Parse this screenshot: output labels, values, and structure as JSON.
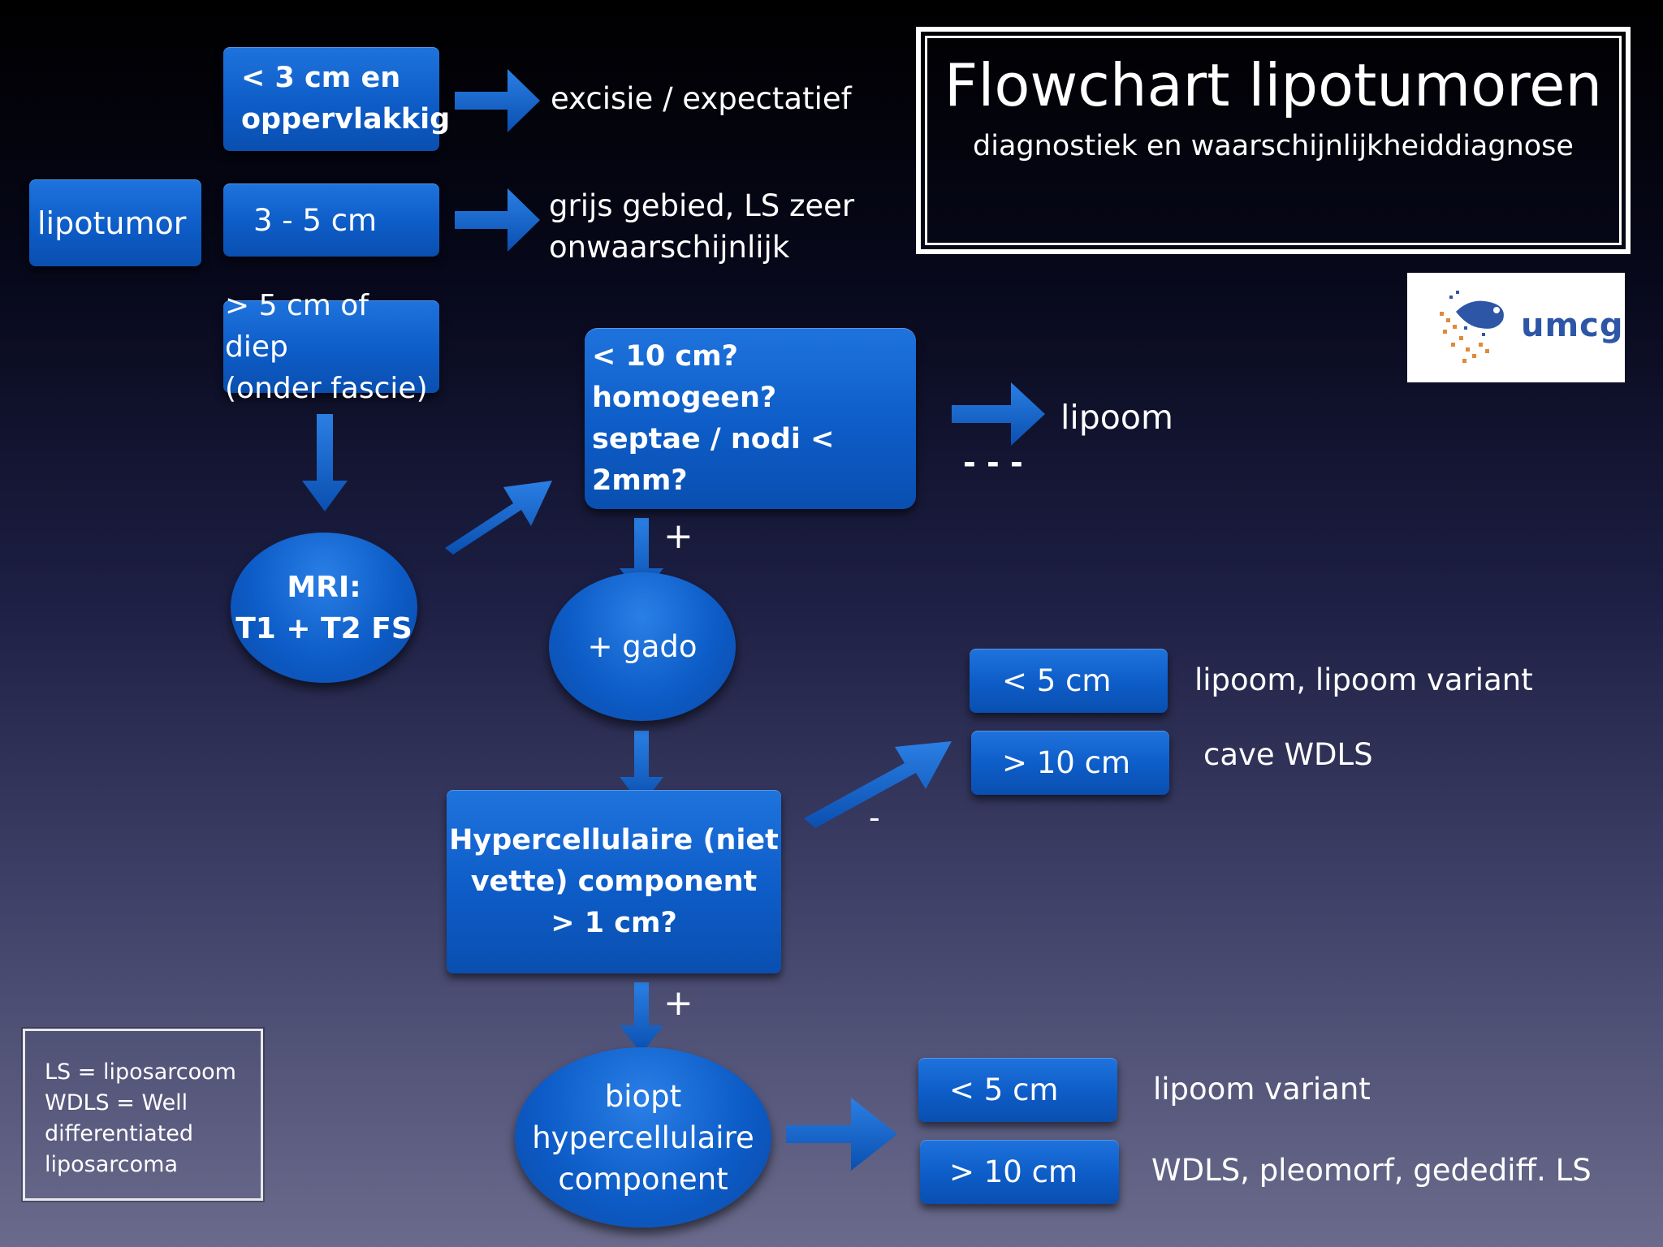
{
  "title": "Flowchart lipotumoren",
  "subtitle": "diagnostiek en waarschijnlijkheiddiagnose",
  "logo_text": "umcg",
  "nodes": {
    "lipotumor": "lipotumor",
    "small_superficial": "< 3 cm en\noppervlakkig",
    "mid_size": "3 - 5 cm",
    "large_deep": "> 5 cm of diep\n(onder fascie)",
    "mri": "MRI:\nT1 + T2 FS",
    "criteria": "< 10 cm?\nhomogeen?\nseptae / nodi < 2mm?",
    "gado": "+ gado",
    "hypercellular": "Hypercellulaire (niet\nvette) component\n> 1 cm?",
    "biopt": "biopt\nhypercellulaire\ncomponent",
    "lt5_a": "< 5 cm",
    "gt10_a": "> 10 cm",
    "lt5_b": "< 5 cm",
    "gt10_b": "> 10 cm"
  },
  "outcomes": {
    "small": "excisie / expectatief",
    "mid": "grijs gebied, LS zeer\nonwaarschijnlijk",
    "lipoom": "lipoom",
    "lt5_a": "lipoom, lipoom variant",
    "gt10_a": "cave WDLS",
    "lt5_b": "lipoom variant",
    "gt10_b": "WDLS, pleomorf, gedediff. LS"
  },
  "signs": {
    "neg_dashes": "- - -",
    "plus1": "+",
    "minus": "-",
    "plus2": "+"
  },
  "legend": "LS = liposarcoom\nWDLS = Well\ndifferentiated\nliposarcoma",
  "colors": {
    "box_blue": "#0d5cc7",
    "arrow_blue": "#0e5ed0"
  }
}
